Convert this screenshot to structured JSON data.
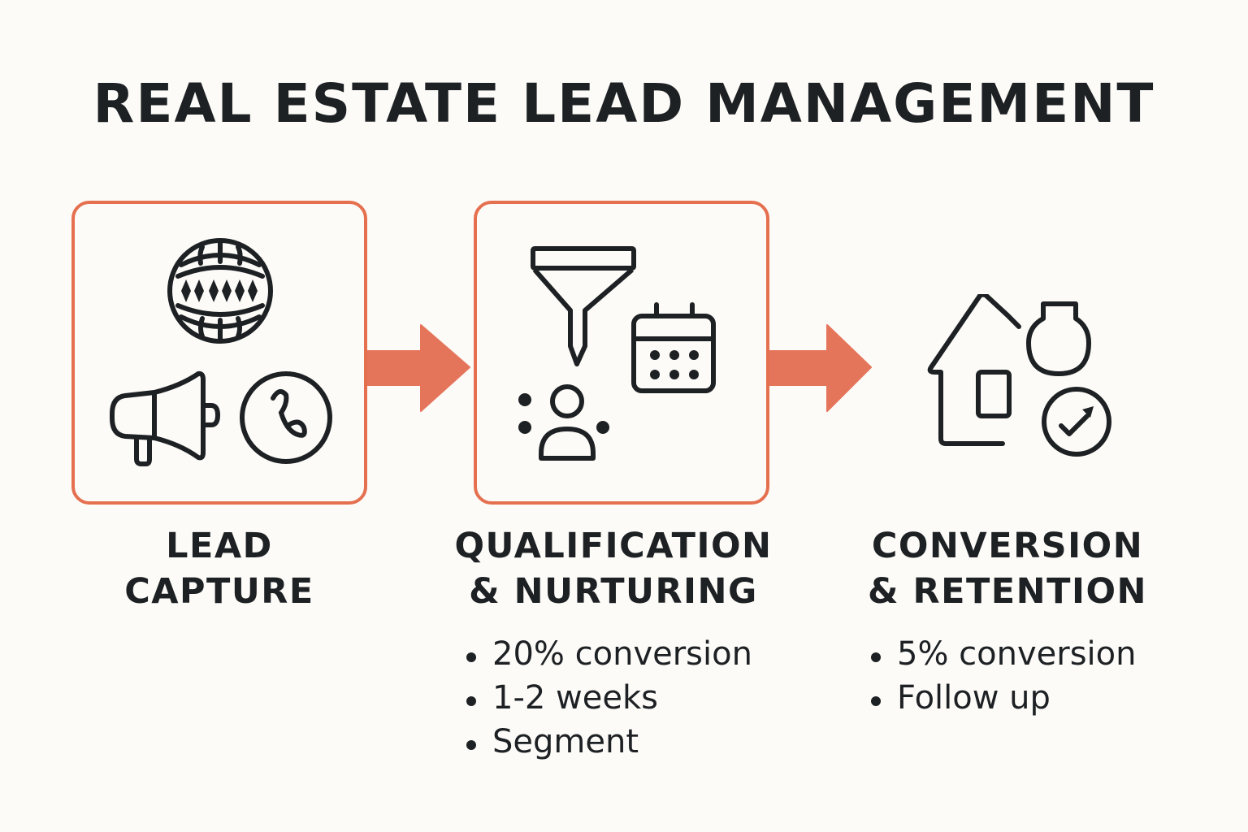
{
  "title": "REAL ESTATE LEAD MANAGEMENT",
  "colors": {
    "accent": "#e5704f",
    "arrow": "#e5755a",
    "ink": "#1e2124",
    "background": "#fcfbf8"
  },
  "stages": [
    {
      "title_line1": "LEAD",
      "title_line2": "CAPTURE",
      "icons": [
        "globe-icon",
        "megaphone-icon",
        "phone-icon"
      ],
      "bullets": []
    },
    {
      "title_line1": "QUALIFICATION",
      "title_line2": "& NURTURING",
      "icons": [
        "funnel-icon",
        "calendar-icon",
        "person-icon"
      ],
      "bullets": [
        "20% conversion",
        "1-2 weeks",
        "Segment"
      ]
    },
    {
      "title_line1": "CONVERSION",
      "title_line2": "& RETENTION",
      "icons": [
        "house-icon",
        "key-icon",
        "check-circle-icon"
      ],
      "bullets": [
        "5% conversion",
        "Follow up"
      ]
    }
  ],
  "connectors": [
    "arrow-right",
    "arrow-right"
  ]
}
